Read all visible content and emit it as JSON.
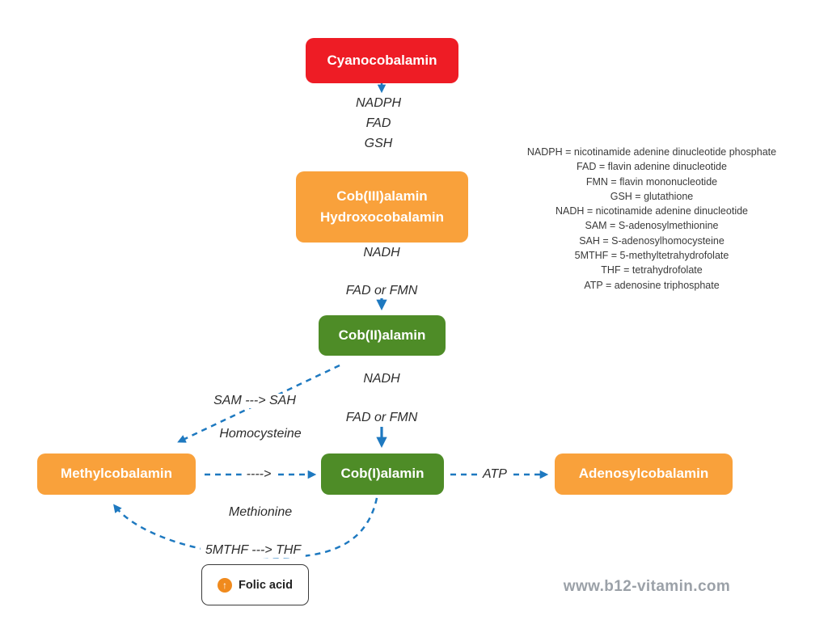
{
  "nodes": {
    "cyanocobalamin": "Cyanocobalamin",
    "cob3_line1": "Cob(III)alamin",
    "cob3_line2": "Hydroxocobalamin",
    "cob2": "Cob(II)alamin",
    "cob1": "Cob(I)alamin",
    "methylcobalamin": "Methylcobalamin",
    "adenosylcobalamin": "Adenosylcobalamin"
  },
  "labels": {
    "nadph": "NADPH",
    "fad": "FAD",
    "gsh": "GSH",
    "nadh1": "NADH",
    "fad_fmn1": "FAD or FMN",
    "nadh2": "NADH",
    "fad_fmn2": "FAD or FMN",
    "sam_sah": "SAM ---> SAH",
    "homocysteine": "Homocysteine",
    "arrow_text": "---->",
    "methionine": "Methionine",
    "atp": "ATP",
    "mthf_thf": "5MTHF ---> THF"
  },
  "legend": {
    "lines": [
      "NADPH = nicotinamide adenine dinucleotide phosphate",
      "FAD = flavin adenine dinucleotide",
      "FMN = flavin mononucleotide",
      "GSH = glutathione",
      "NADH = nicotinamide adenine dinucleotide",
      "SAM = S-adenosylmethionine",
      "SAH = S-adenosylhomocysteine",
      "5MTHF = 5-methyltetrahydrofolate",
      "THF = tetrahydrofolate",
      "ATP = adenosine triphosphate"
    ]
  },
  "folic": {
    "label": "Folic acid",
    "icon_name": "arrow-up-circle-icon",
    "icon_glyph": "↑"
  },
  "watermark": "www.b12-vitamin.com",
  "colors": {
    "node_red": "#ee1c25",
    "node_orange": "#f9a13b",
    "node_green": "#4e8c27",
    "arrow_blue": "#1e79c0",
    "label_text": "#2d2d2d",
    "watermark_gray": "#9ba1a8"
  }
}
